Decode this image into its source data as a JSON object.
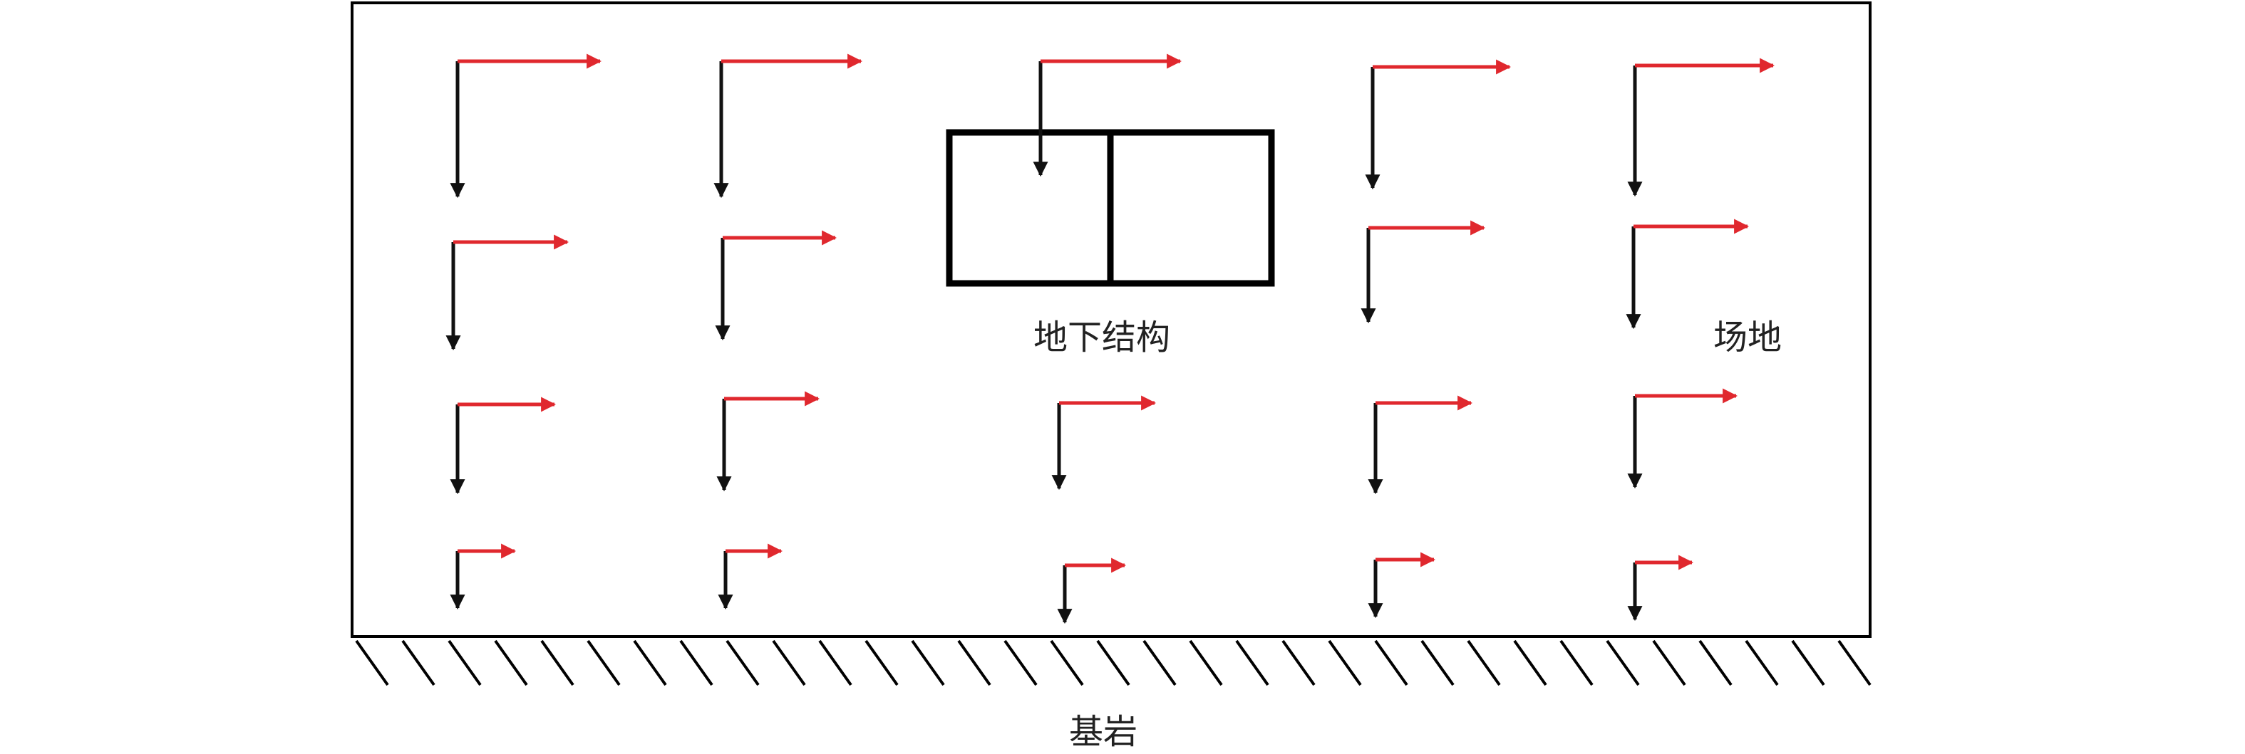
{
  "labels": {
    "structure": "地下结构",
    "site": "场地",
    "bedrock": "基岩"
  },
  "colors": {
    "vertical_arrow": "#111111",
    "horizontal_arrow": "#e0282e",
    "outline": "#000000"
  },
  "icons": {
    "vertical_arrow": "arrow-down-icon",
    "horizontal_arrow": "arrow-right-icon",
    "bedrock_hatch": "ground-hatch-icon"
  }
}
